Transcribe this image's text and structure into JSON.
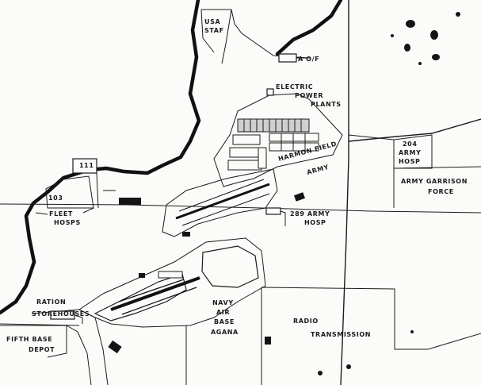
{
  "map": {
    "labels": {
      "usa_staf": [
        "USA",
        "STAF"
      ],
      "a_of": "A O/F",
      "electric_power_plants": [
        "ELECTRIC",
        "POWER",
        "PLANTS"
      ],
      "harmon_field_army": [
        "HARMON FIELD",
        "ARMY"
      ],
      "army_hosp_204": [
        "204",
        "ARMY",
        "HOSP"
      ],
      "army_garrison_force": [
        "ARMY GARRISON",
        "FORCE"
      ],
      "bldg_103": "103",
      "bldg_111": "111",
      "fleet_hosps": [
        "FLEET",
        "HOSPS"
      ],
      "army_hosp_289": [
        "289  ARMY",
        "HOSP"
      ],
      "navy_air_base_agana": [
        "NAVY",
        "AIR",
        "BASE",
        "AGANA"
      ],
      "ration_storehouses": [
        "RATION",
        "STOREHOUSES"
      ],
      "fifth_base_depot": [
        "FIFTH  BASE",
        "DEPOT"
      ],
      "radio_transmission": [
        "RADIO",
        "TRANSMISSION"
      ]
    }
  }
}
